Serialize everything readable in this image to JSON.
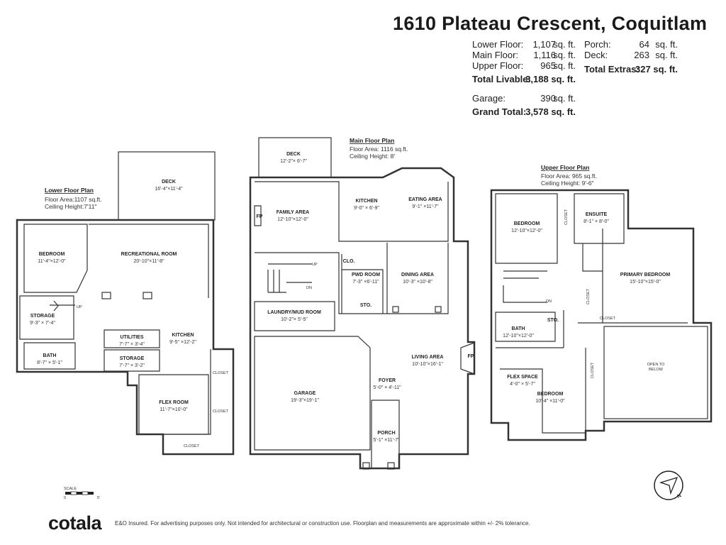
{
  "header": {
    "title": "1610 Plateau Crescent, Coquitlam"
  },
  "areas": {
    "lower_label": "Lower Floor:",
    "lower_value": "1,107",
    "lower_unit": "sq. ft.",
    "main_label": "Main Floor:",
    "main_value": "1,116",
    "main_unit": "sq. ft.",
    "upper_label": "Upper Floor:",
    "upper_value": "965",
    "upper_unit": "sq. ft.",
    "livable_label": "Total Livable:",
    "livable_value": "3,188 sq. ft.",
    "garage_label": "Garage:",
    "garage_value": "390",
    "garage_unit": "sq. ft.",
    "grand_label": "Grand Total:",
    "grand_value": "3,578 sq. ft.",
    "porch_label": "Porch:",
    "porch_value": "64",
    "porch_unit": "sq. ft.",
    "deck_label": "Deck:",
    "deck_value": "263",
    "deck_unit": "sq. ft.",
    "extras_label": "Total Extras:",
    "extras_value": "327 sq. ft."
  },
  "lower_plan": {
    "heading": "Lower Floor Plan",
    "floor_area": "Floor Area:1107 sq.ft.",
    "ceiling": "Ceiling Height:7'11\"",
    "rooms": {
      "deck": "DECK",
      "deck_dim": "16'-4\"×11'-4\"",
      "bedroom": "BEDROOM",
      "bedroom_dim": "11'-4\"×12'-0\"",
      "rec": "RECREATIONAL ROOM",
      "rec_dim": "20'-10\"×11'-8\"",
      "storage1": "STORAGE",
      "storage1_dim": "9'-3\" × 7'-4\"",
      "utilities": "UTILITIES",
      "utilities_dim": "7'-7\" × 3'-4\"",
      "storage2": "STORAGE",
      "storage2_dim": "7'-7\" × 3'-2\"",
      "kitchen": "KITCHEN",
      "kitchen_dim": "9'-5\" ×12'-2\"",
      "bath": "BATH",
      "bath_dim": "8'-7\" × 5'-1\"",
      "flex": "FLEX ROOM",
      "flex_dim": "11'-7\"×10'-0\"",
      "closet1": "CLOSET",
      "closet2": "CLOSET",
      "closet3": "CLOSET",
      "up": "UP"
    }
  },
  "main_plan": {
    "heading": "Main Floor Plan",
    "floor_area": "Floor Area: 1116 sq.ft.",
    "ceiling": "Ceiling Height: 8'",
    "rooms": {
      "deck": "DECK",
      "deck_dim": "12'-2\"× 6'-7\"",
      "family": "FAMILY AREA",
      "family_dim": "12'-10\"×12'-0\"",
      "fp1": "FP",
      "kitchen": "KITCHEN",
      "kitchen_dim": "9'-0\" × 6'-9\"",
      "eating": "EATING AREA",
      "eating_dim": "9'-1\" ×11'-7\"",
      "clo": "CLO.",
      "pwd": "PWD ROOM",
      "pwd_dim": "7'-3\" ×6'-11\"",
      "sto": "STO.",
      "dining": "DINING AREA",
      "dining_dim": "10'-3\" ×10'-8\"",
      "laundry": "LAUNDRY/MUD ROOM",
      "laundry_dim": "10'-2\"× 5'-5\"",
      "garage": "GARAGE",
      "garage_dim": "19'-3\"×19'-1\"",
      "living": "LIVING AREA",
      "living_dim": "10'-10\"×16'-1\"",
      "fp2": "FP",
      "foyer": "FOYER",
      "foyer_dim": "5'-0\" × 4'-11\"",
      "porch": "PORCH",
      "porch_dim": "5'-1\" ×11'-7\"",
      "up": "UP",
      "dn": "DN"
    }
  },
  "upper_plan": {
    "heading": "Upper Floor Plan",
    "floor_area": "Floor Area: 965 sq.ft.",
    "ceiling": "Ceiling Height: 9'-6\"",
    "rooms": {
      "bedroom1": "BEDROOM",
      "bedroom1_dim": "12'-10\"×12'-0\"",
      "closet_v1": "CLOSET",
      "ensuite": "ENSUITE",
      "ensuite_dim": "8'-1\" × 8'-0\"",
      "primary": "PRIMARY BEDROOM",
      "primary_dim": "15'-10\"×15'-0\"",
      "closet_v2": "CLOSET",
      "closet_h": "CLOSET",
      "bath": "BATH",
      "bath_dim": "12'-10\"×12'-0\"",
      "sto": "STO.",
      "open_to_below_1": "OPEN TO",
      "open_to_below_2": "BELOW",
      "flex": "FLEX SPACE",
      "flex_dim": "4'-0\" × 5'-7\"",
      "bedroom2": "BEDROOM",
      "bedroom2_dim": "10'-4\" ×11'-0\"",
      "closet_v3": "CLOSET",
      "dn": "DN"
    }
  },
  "scale": {
    "label": "SCALE",
    "zero": "0",
    "five": "5'"
  },
  "compass": {
    "letter": "N"
  },
  "footer": {
    "logo": "cotala",
    "disclaimer": "E&O Insured. For advertising purposes only. Not intended for architectural or construction use. Floorplan and measurements are approximate within +/- 2% tolerance."
  }
}
